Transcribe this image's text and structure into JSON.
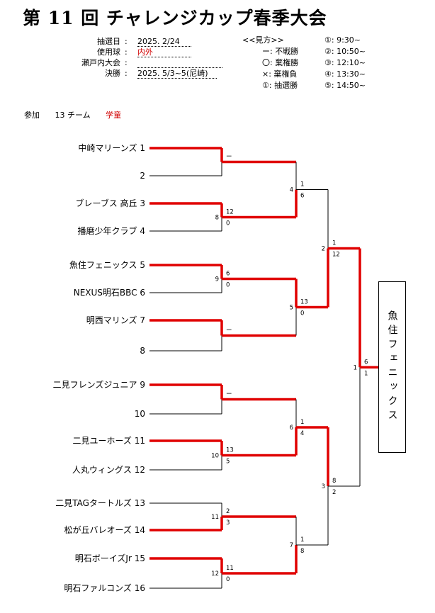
{
  "title": "第 11 回 チャレンジカップ春季大会",
  "info": [
    {
      "label": "抽選日",
      "colon": ":",
      "value": "2025. 2/24",
      "red": false
    },
    {
      "label": "使用球",
      "colon": ":",
      "value": "内外",
      "red": true
    },
    {
      "label": "瀬戸内大会",
      "colon": ":",
      "value": "",
      "red": false
    },
    {
      "label": "決勝",
      "colon": ":",
      "value": "2025. 5/3~5(尼崎)",
      "red": false
    }
  ],
  "legend": {
    "heading": "<<見方>>",
    "items": [
      "ー: 不戦勝",
      "〇: 棄権勝",
      "×: 棄権負",
      "①: 抽選勝"
    ]
  },
  "times": [
    "①: 9:30~",
    "②: 10:50~",
    "③: 12:10~",
    "④: 13:30~",
    "⑤: 14:50~"
  ],
  "participants": {
    "prefix": "参加",
    "count": "13 チーム",
    "category": "学童"
  },
  "teams": [
    {
      "name": "中崎マリーンズ",
      "seed": "1"
    },
    {
      "name": "",
      "seed": "2"
    },
    {
      "name": "ブレーブス 高丘",
      "seed": "3"
    },
    {
      "name": "播磨少年クラブ",
      "seed": "4"
    },
    {
      "name": "魚住フェニックス",
      "seed": "5"
    },
    {
      "name": "NEXUS明石BBC",
      "seed": "6"
    },
    {
      "name": "明西マリンズ",
      "seed": "7"
    },
    {
      "name": "",
      "seed": "8"
    },
    {
      "name": "二見フレンズジュニア",
      "seed": "9"
    },
    {
      "name": "",
      "seed": "10"
    },
    {
      "name": "二見ユーホーズ",
      "seed": "11"
    },
    {
      "name": "人丸ウィングス",
      "seed": "12"
    },
    {
      "name": "二見TAGタートルズ",
      "seed": "13"
    },
    {
      "name": "松が丘バレオーズ",
      "seed": "14"
    },
    {
      "name": "明石ボーイズJr",
      "seed": "15"
    },
    {
      "name": "明石ファルコンズ",
      "seed": "16"
    }
  ],
  "round1": [
    {
      "game": "",
      "top": "ー",
      "bottom": "",
      "winner": "top"
    },
    {
      "game": "8",
      "top": "12",
      "bottom": "0",
      "winner": "top"
    },
    {
      "game": "9",
      "top": "6",
      "bottom": "0",
      "winner": "top"
    },
    {
      "game": "",
      "top": "ー",
      "bottom": "",
      "winner": "top"
    },
    {
      "game": "",
      "top": "ー",
      "bottom": "",
      "winner": "top"
    },
    {
      "game": "10",
      "top": "13",
      "bottom": "5",
      "winner": "top"
    },
    {
      "game": "11",
      "top": "2",
      "bottom": "3",
      "winner": "bottom"
    },
    {
      "game": "12",
      "top": "11",
      "bottom": "0",
      "winner": "top"
    }
  ],
  "round2": [
    {
      "game": "4",
      "top": "1",
      "bottom": "6",
      "winner": "bottom"
    },
    {
      "game": "5",
      "top": "13",
      "bottom": "0",
      "winner": "top"
    },
    {
      "game": "6",
      "top": "1",
      "bottom": "4",
      "winner": "bottom"
    },
    {
      "game": "7",
      "top": "1",
      "bottom": "8",
      "winner": "bottom"
    }
  ],
  "round3": [
    {
      "game": "2",
      "top": "1",
      "bottom": "12",
      "winner": "bottom"
    },
    {
      "game": "3",
      "top": "8",
      "bottom": "2",
      "winner": "top"
    }
  ],
  "final": {
    "game": "1",
    "top": "6",
    "bottom": "1",
    "winner": "top"
  },
  "champion": "魚住フェニックス",
  "colors": {
    "winner_line": "#e00000",
    "line": "#000000",
    "accent_text": "#d00000"
  }
}
